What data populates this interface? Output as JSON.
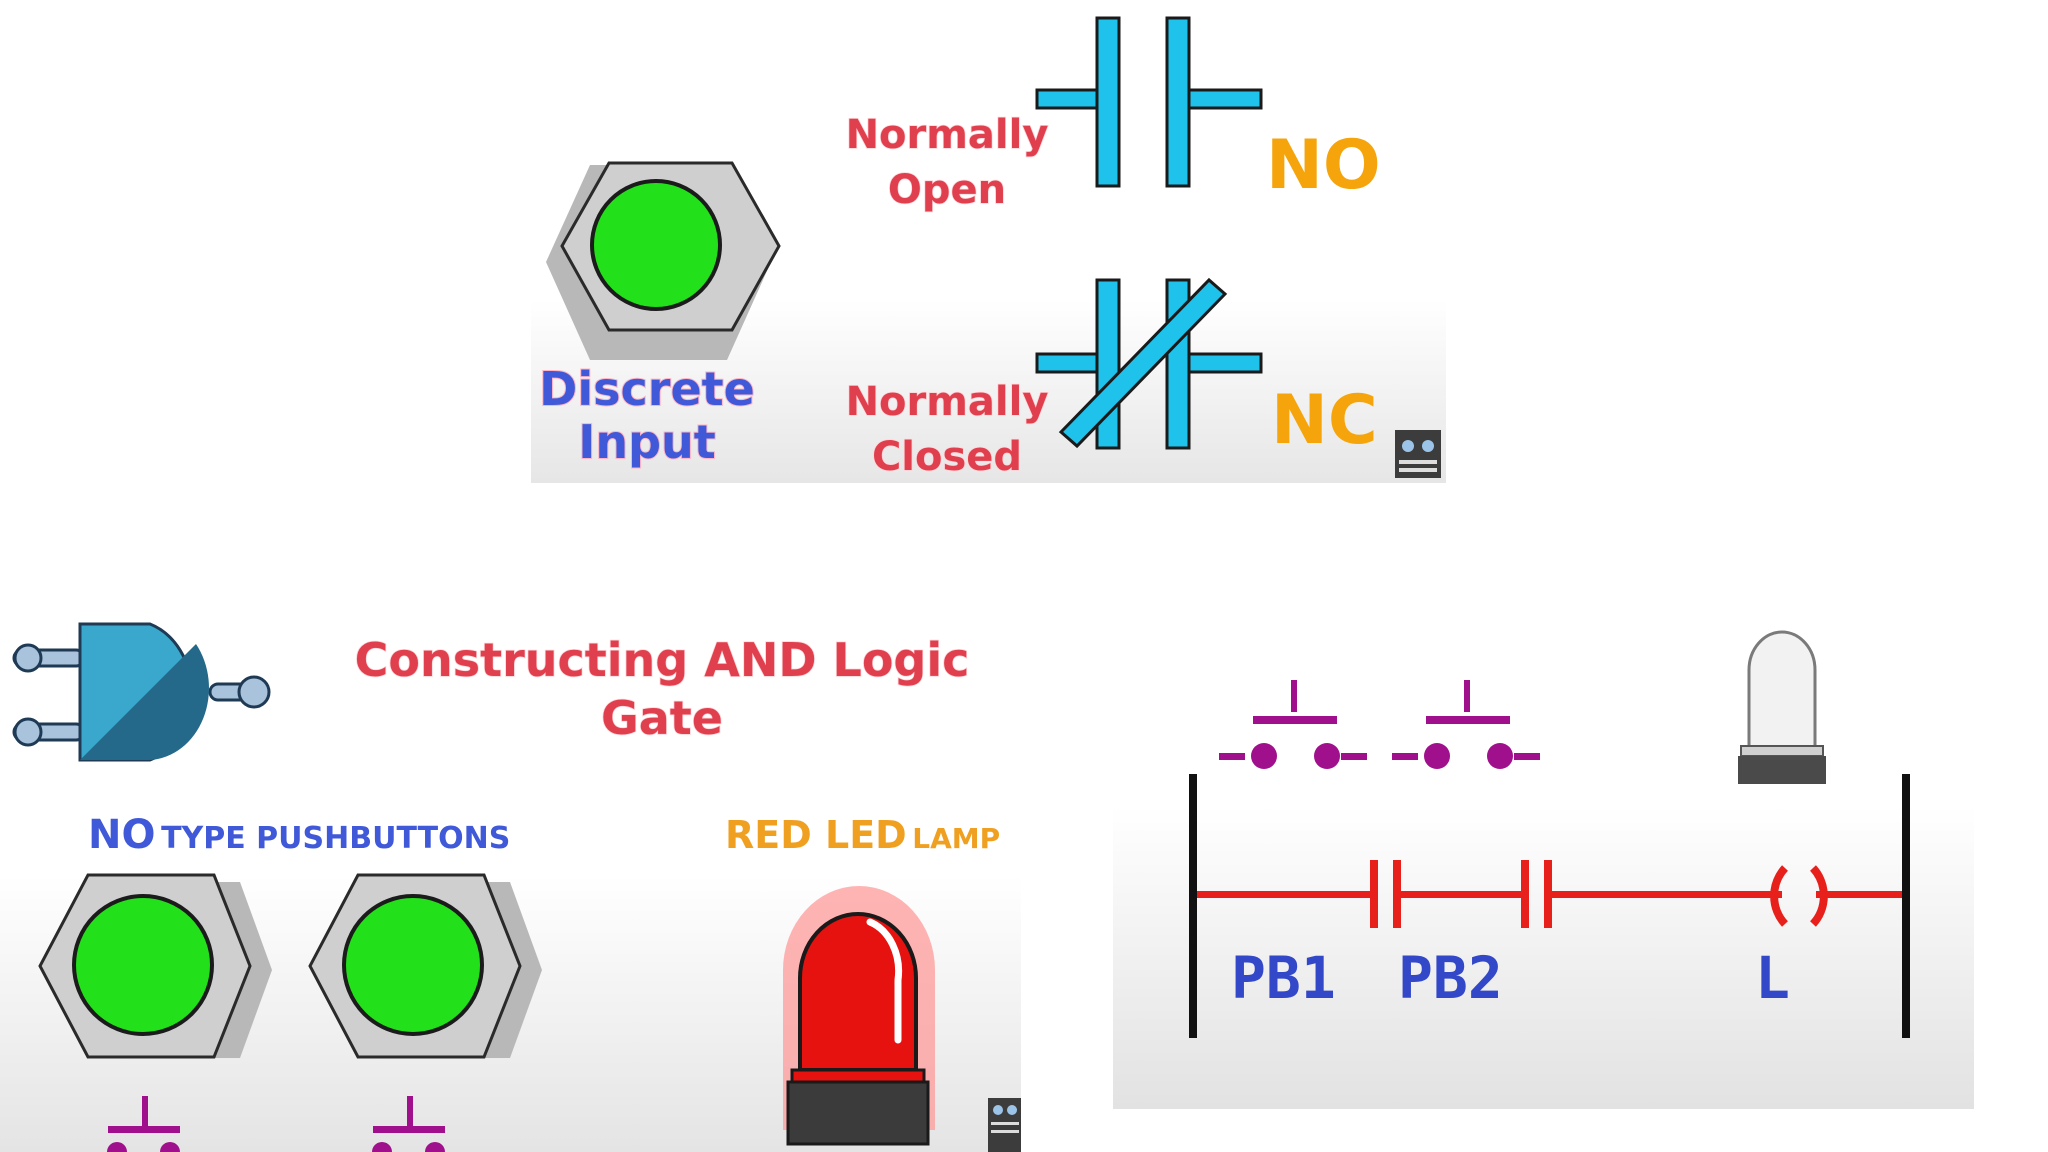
{
  "top_panel": {
    "input_label_line1": "Discrete",
    "input_label_line2": "Input",
    "no_desc_line1": "Normally",
    "no_desc_line2": "Open",
    "no_abbr": "NO",
    "nc_desc_line1": "Normally",
    "nc_desc_line2": "Closed",
    "nc_abbr": "NC"
  },
  "bottom_left_panel": {
    "title_line1": "Constructing AND Logic",
    "title_line2": "Gate",
    "pushbuttons_prefix": "NO",
    "pushbuttons_rest": "TYPE PUSHBUTTONS",
    "lamp_prefix": "RED LED",
    "lamp_rest": "LAMP"
  },
  "bottom_right_panel": {
    "rung_labels": [
      "PB1",
      "PB2",
      "L"
    ]
  },
  "colors": {
    "button_green": "#22e01a",
    "contact_blue": "#1ec2ea",
    "rung_red": "#e8201c",
    "pushbutton_symbol": "#a0108c",
    "label_blue": "#3f59d8",
    "title_red": "#e0404e",
    "abbr_orange": "#f5a50b"
  }
}
